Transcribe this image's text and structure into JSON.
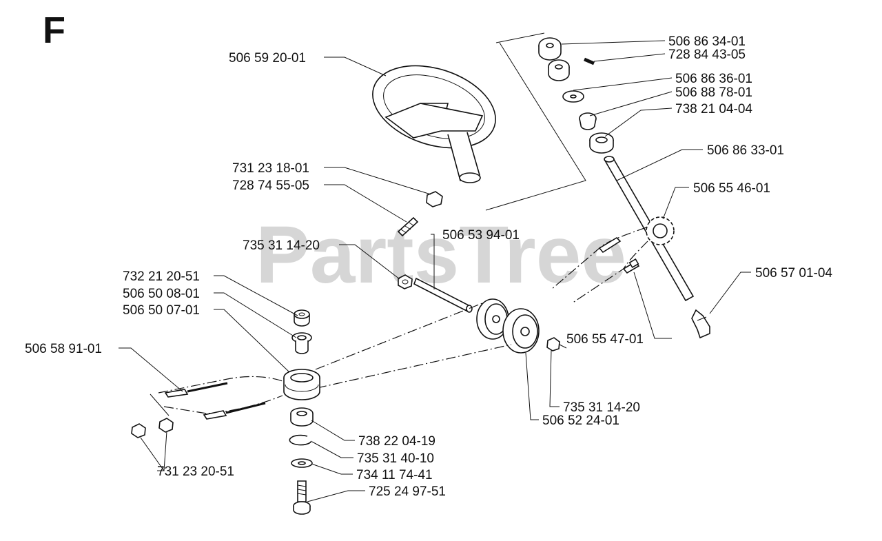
{
  "section_letter": "F",
  "watermark": "PartsTree",
  "labels": {
    "p01": "506 59 20-01",
    "p02": "731 23 18-01",
    "p03": "728 74 55-05",
    "p04": "506 86 34-01",
    "p05": "728 84 43-05",
    "p06": "506 86 36-01",
    "p07": "506 88 78-01",
    "p08": "738 21 04-04",
    "p09": "506 86 33-01",
    "p10": "506 55 46-01",
    "p11": "506 53 94-01",
    "p12": "735 31 14-20",
    "p13": "506 57 01-04",
    "p14": "732 21 20-51",
    "p15": "506 50 08-01",
    "p16": "506 50 07-01",
    "p17": "506 58 91-01",
    "p18": "506 55 47-01",
    "p19": "735 31 14-20",
    "p20": "506 52 24-01",
    "p21": "738 22 04-19",
    "p22": "735 31 40-10",
    "p23": "734 11 74-41",
    "p24": "725 24 97-51",
    "p25": "731 23 20-51"
  }
}
